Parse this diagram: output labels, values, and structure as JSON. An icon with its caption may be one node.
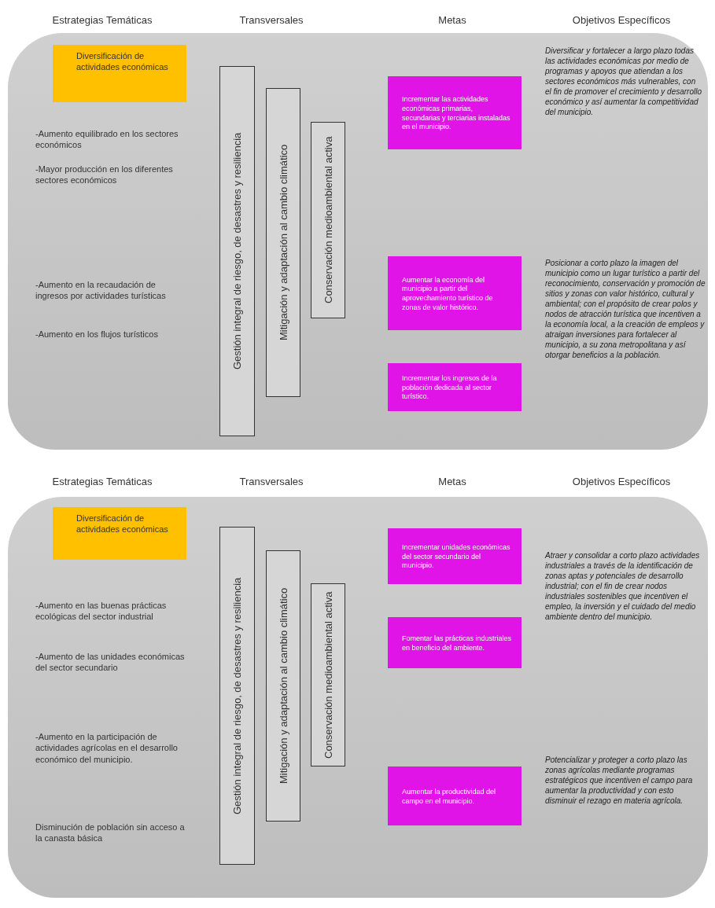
{
  "diagram": {
    "nodes": [
      {
        "text": [],
        "shape": "box"
      },
      {
        "text": [
          "Diversificación de actividades económicas"
        ],
        "in": 0
      },
      {
        "text": [
          "Gestión integral de riesgo, de desastres y resiliencia"
        ],
        "in": 0
      },
      {
        "text": [
          "Mitigación y adaptación al cambio climático"
        ],
        "in": 0
      },
      {
        "text": [
          "Conservación medioambiental activa"
        ],
        "in": 0
      },
      {
        "text": [
          "Incrementar las actividades económicas primarias, secundarias y terciarias instaladas en el municipio."
        ],
        "in": 0
      },
      {
        "text": [
          "Aumentar la economía del municipio a partir del aprovechamiento turístico de zonas de valor histórico."
        ],
        "in": 0
      },
      {
        "text": [
          "Incrementar los ingresos de la población dedicada al sector turístico."
        ],
        "in": 0
      },
      {
        "text": [],
        "shape": "box"
      },
      {
        "text": [
          "Diversificación de actividades económicas"
        ],
        "in": 8
      },
      {
        "text": [
          "Gestión integral de riesgo, de desastres y resiliencia"
        ],
        "in": 8
      },
      {
        "text": [
          "Mitigación y adaptación al cambio climático"
        ],
        "in": 8
      },
      {
        "text": [
          "Conservación medioambiental activa"
        ],
        "in": 8
      },
      {
        "text": [
          "Incrementar unidades económicas del sector secundario del municipio."
        ],
        "in": 8
      },
      {
        "text": [
          "Fomentar las prácticas industriales en beneficio del ambiente."
        ],
        "in": 8
      },
      {
        "text": [
          "Aumentar la productividad del campo en el municipio."
        ],
        "in": 8
      }
    ],
    "labels": [
      "Estrategias Temáticas",
      "Transversales",
      "Metas",
      "Objetivos Específicos",
      "Diversificar y fortalecer a largo plazo todas las actividades económicas por medio de programas y apoyos que atiendan a los sectores económicos más vulnerables, con el fin de promover el crecimiento y desarrollo económico y así aumentar la competitividad del municipio.",
      "-Aumento equilibrado en los sectores económicos",
      "-Mayor producción en los diferentes sectores económicos",
      "Posicionar a corto plazo la imagen del municipio como un lugar turístico a partir del reconocimiento, conservación y promoción de sitios y zonas con valor histórico, cultural y ambiental; con el propósito de crear polos y nodos de atracción turística que incentiven a la economía local, a la creación de empleos y atraigan inversiones para fortalecer al municipio, a su zona metropolitana y así otorgar beneficios a la población.",
      "-Aumento en la recaudación de ingresos por actividades turísticas",
      "-Aumento en los flujos turísticos",
      "Estrategias Temáticas",
      "Transversales",
      "Metas",
      "Objetivos Específicos",
      "-Aumento en las buenas prácticas ecológicas del sector industrial",
      "Atraer y consolidar a corto plazo actividades industriales a través de la identificación de zonas aptas y potenciales de desarrollo industrial; con el fin de crear nodos industriales sostenibles que incentiven el empleo, la inversión y el cuidado del medio ambiente dentro del municipio.",
      "-Aumento de las unidades económicas del sector secundario",
      "-Aumento en la participación de actividades agrícolas en el desarrollo económico del municipio.",
      "Potencializar y proteger a corto plazo las zonas agrícolas mediante programas estratégicos que incentiven el campo para aumentar la productividad y con esto disminuir el rezago en materia agrícola.",
      "Disminución de población sin acceso a la canasta básica"
    ]
  }
}
